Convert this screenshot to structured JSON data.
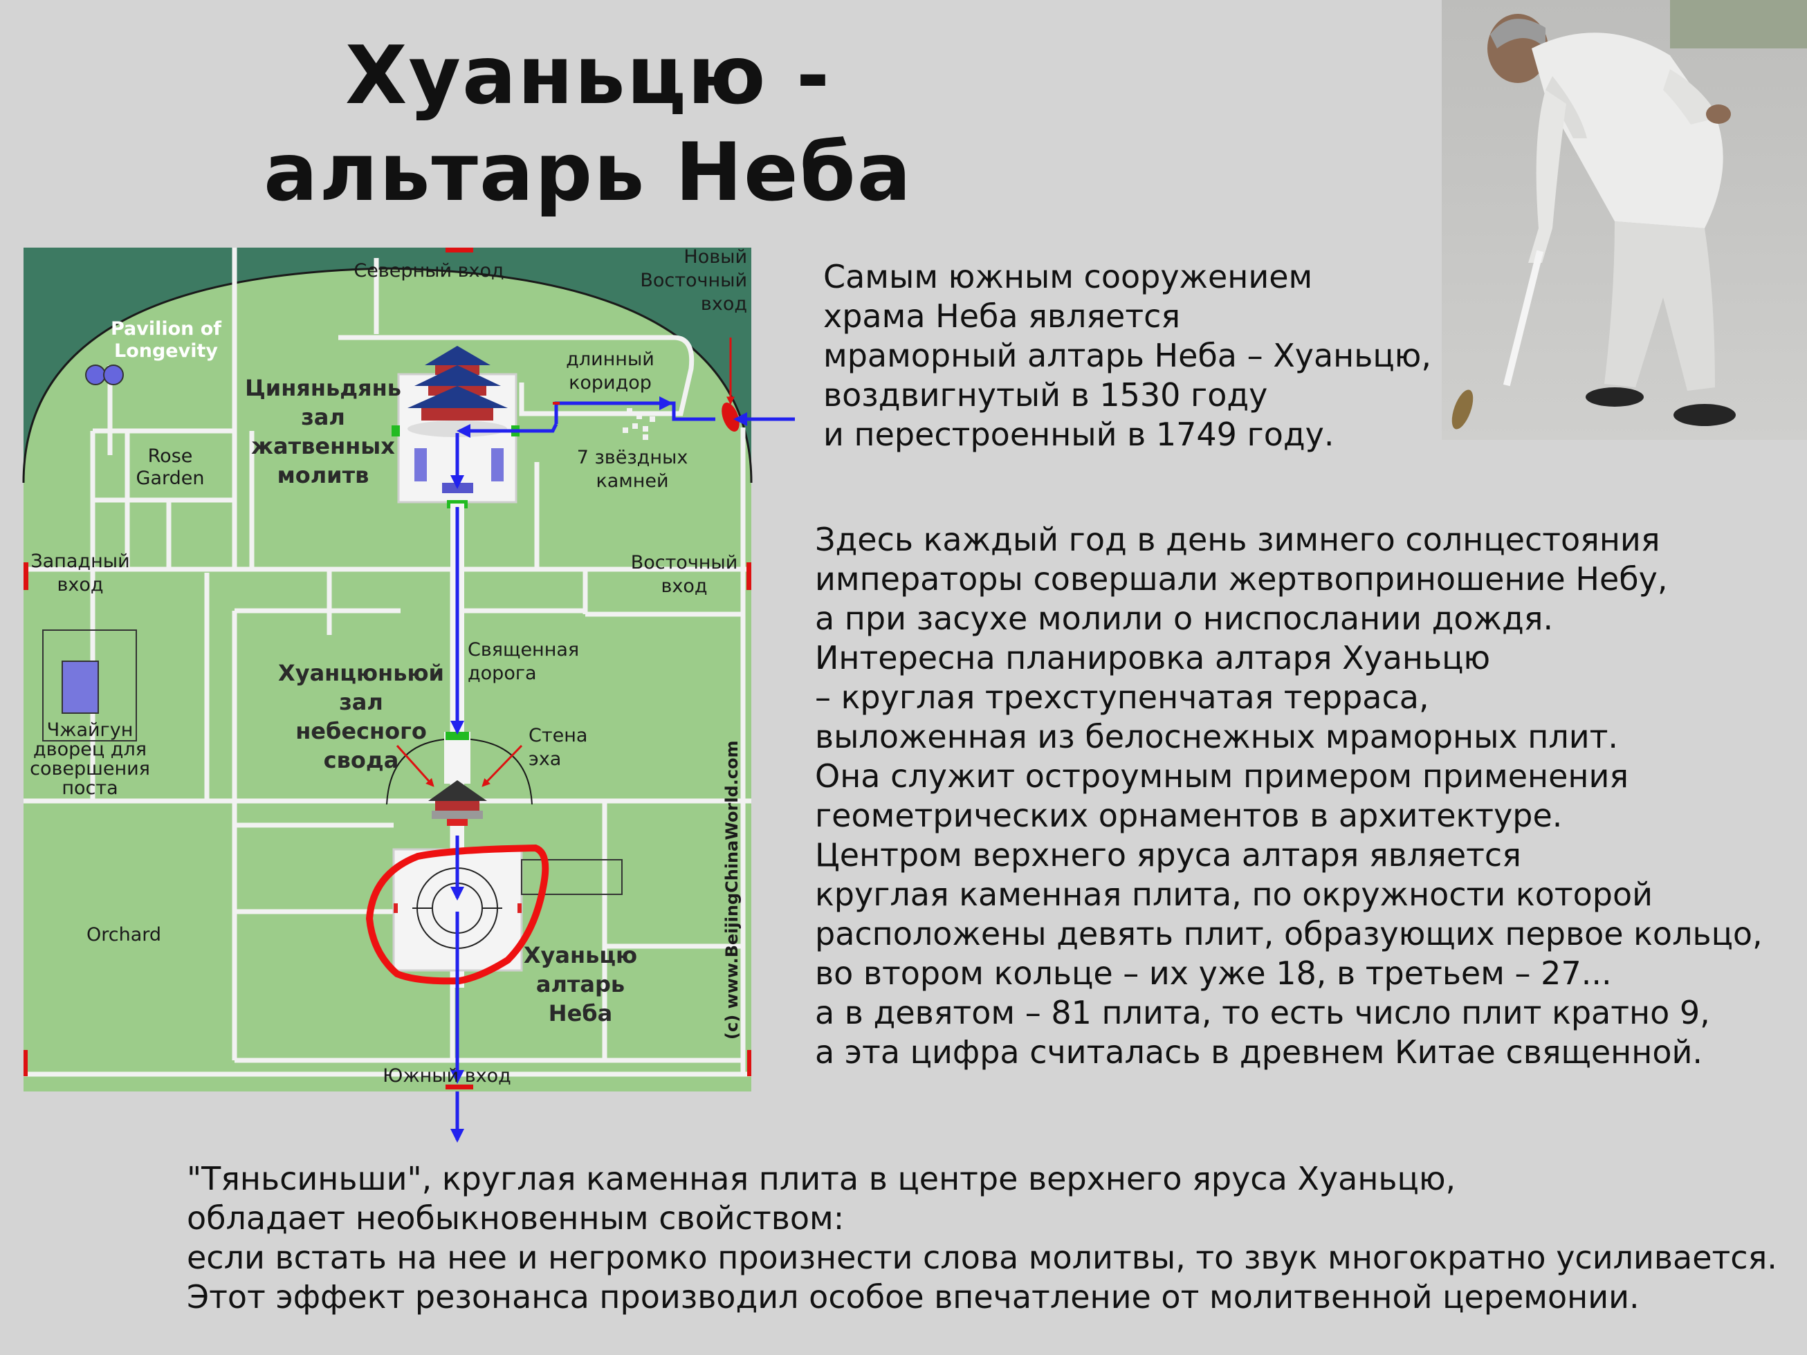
{
  "title": {
    "line1": "Хуаньцю -",
    "line2": "альтарь Неба"
  },
  "intro_lines": [
    "Самым южным сооружением",
    "храма Неба является",
    "мраморный алтарь Неба – Хуаньцю,",
    "воздвигнутый в 1530 году",
    "и перестроенный в 1749 году."
  ],
  "details_lines": [
    "Здесь каждый год в день зимнего солнцестояния",
    "императоры совершали жертвоприношение Небу,",
    "а при засухе молили о ниспослании дождя.",
    "Интересна планировка алтаря Хуаньцю",
    "– круглая трехступенчатая терраса,",
    "выложенная из белоснежных мраморных плит.",
    "Она служит остроумным примером применения",
    "геометрических орнаментов в архитектуре.",
    "Центром верхнего яруса алтаря является",
    "круглая каменная плита, по окружности которой",
    "расположены девять плит, образующих первое кольцо,",
    "во втором кольце – их уже 18, в третьем – 27...",
    "а в девятом – 81 плита, то есть число плит кратно 9,",
    "а эта цифра считалась в древнем Китае священной."
  ],
  "footer_lines": [
    "\"Тяньсиньши\", круглая каменная плита в центре верхнего яруса Хуаньцю,",
    "обладает необыкновенным свойством:",
    "если встать на нее и негромко произнести слова молитвы, то звук многократно усиливается.",
    "Этот эффект резонанса производил особое впечатление от молитвенной церемонии."
  ],
  "map": {
    "north_gate": "Северный вход",
    "new_east_gate": [
      "Новый",
      "Восточный",
      "вход"
    ],
    "pavilion": [
      "Pavilion of",
      "Longevity"
    ],
    "hall_of_prayer": [
      "Циняньдянь",
      "зал",
      "жатвенных",
      "молитв"
    ],
    "long_corridor": [
      "длинный",
      "коридор"
    ],
    "seven_stars": [
      "7 звёздных",
      "камней"
    ],
    "rose_garden": [
      "Rose",
      "Garden"
    ],
    "west_gate": [
      "Западный",
      "вход"
    ],
    "east_gate": [
      "Восточный",
      "вход"
    ],
    "sacred_road": [
      "Священная",
      "дорога"
    ],
    "vault_hall": [
      "Хуанцюньюй",
      "зал",
      "небесного",
      "свода"
    ],
    "echo_wall": [
      "Стена",
      "эха"
    ],
    "fasting_palace": "Чжайгун",
    "fasting_palace_desc": [
      "дворец для",
      "совершения",
      "поста"
    ],
    "orchard": "Orchard",
    "altar": [
      "Хуаньцю",
      "алтарь",
      "Неба"
    ],
    "south_gate": "Южный вход",
    "copyright": "(c) www.BeijingChinaWorld.com",
    "colors": {
      "map_green": "#9ccc8a",
      "outer_dark": "#3d7a62",
      "route_blue": "#2222ee",
      "gate_red": "#dd1111",
      "paths": "#f2f2f2"
    }
  }
}
